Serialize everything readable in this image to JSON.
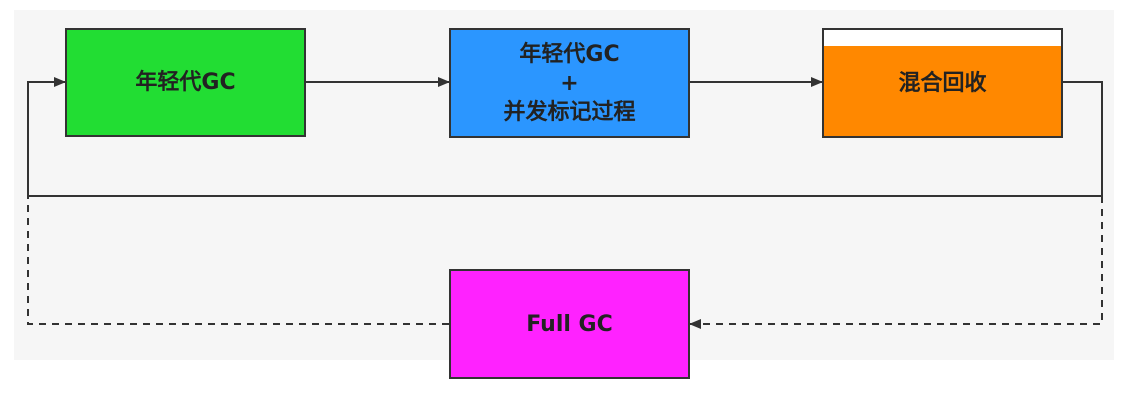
{
  "diagram": {
    "nodes": {
      "young_gc": {
        "label": "年轻代GC",
        "color": "#22dd33"
      },
      "young_gc_concurrent": {
        "line1": "年轻代GC",
        "line2": "+",
        "line3": "并发标记过程",
        "color": "#2b96ff"
      },
      "mixed": {
        "label": "混合回收",
        "color": "#ff8800"
      },
      "full_gc": {
        "label": "Full GC",
        "color": "#ff22ff"
      }
    },
    "edges": [
      {
        "from": "young_gc",
        "to": "young_gc_concurrent",
        "style": "solid"
      },
      {
        "from": "young_gc_concurrent",
        "to": "mixed",
        "style": "solid"
      },
      {
        "from": "mixed",
        "to": "young_gc",
        "style": "solid"
      },
      {
        "from": "mixed",
        "to": "full_gc",
        "style": "dashed"
      },
      {
        "from": "full_gc",
        "to": "young_gc",
        "style": "dashed"
      }
    ],
    "line_color": "#333333"
  }
}
